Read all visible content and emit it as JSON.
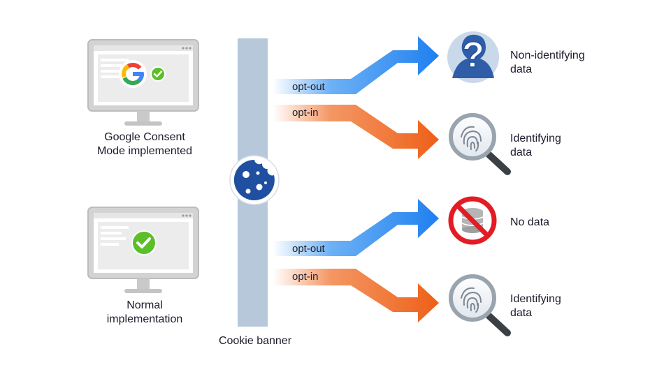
{
  "scenarios": {
    "google": {
      "line1": "Google Consent",
      "line2": "Mode implemented"
    },
    "normal": {
      "line1": "Normal",
      "line2": "implementation"
    }
  },
  "banner": {
    "label": "Cookie banner"
  },
  "branches": [
    {
      "label": "opt-out",
      "result_line1": "Non-identifying",
      "result_line2": "data",
      "icon": "question-person-icon",
      "color": "#2f8ff0"
    },
    {
      "label": "opt-in",
      "result_line1": "Identifying",
      "result_line2": "data",
      "icon": "fingerprint-magnifier-icon",
      "color": "#ef6a21"
    },
    {
      "label": "opt-out",
      "result_line1": "No data",
      "result_line2": "",
      "icon": "no-database-icon",
      "color": "#2f8ff0"
    },
    {
      "label": "opt-in",
      "result_line1": "Identifying",
      "result_line2": "data",
      "icon": "fingerprint-magnifier-icon",
      "color": "#ef6a21"
    }
  ],
  "colors": {
    "banner_bar": "#b6c8d9",
    "cookie": "#1f4fa0",
    "opt_out": "#2f8ff0",
    "opt_in": "#ef6a21",
    "check": "#5cbf2a",
    "no_sign": "#e31b23"
  }
}
